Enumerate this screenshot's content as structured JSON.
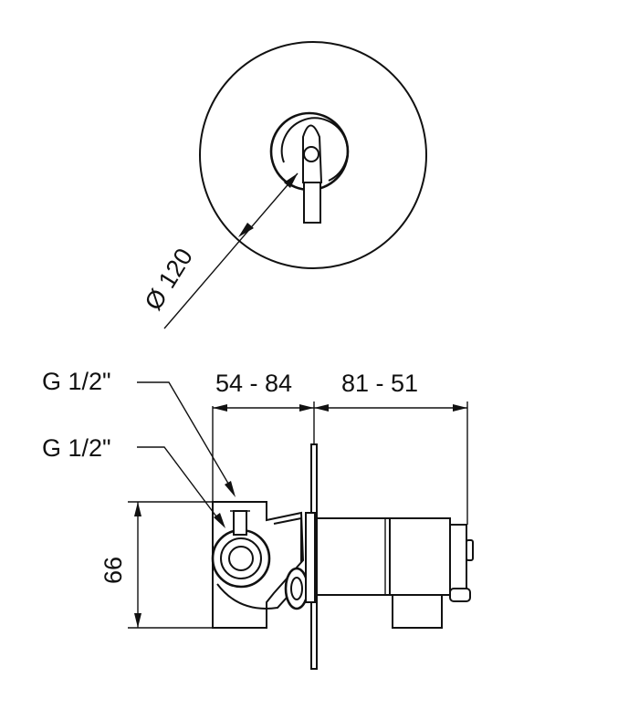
{
  "dimensions": {
    "plate_diameter": "Ø 120",
    "depth_range_left": "54 - 84",
    "depth_range_right": "81 - 51",
    "height": "66"
  },
  "connections": {
    "top_label": "G 1/2\"",
    "side_label": "G 1/2\""
  },
  "colors": {
    "line": "#111111",
    "background": "#ffffff"
  }
}
